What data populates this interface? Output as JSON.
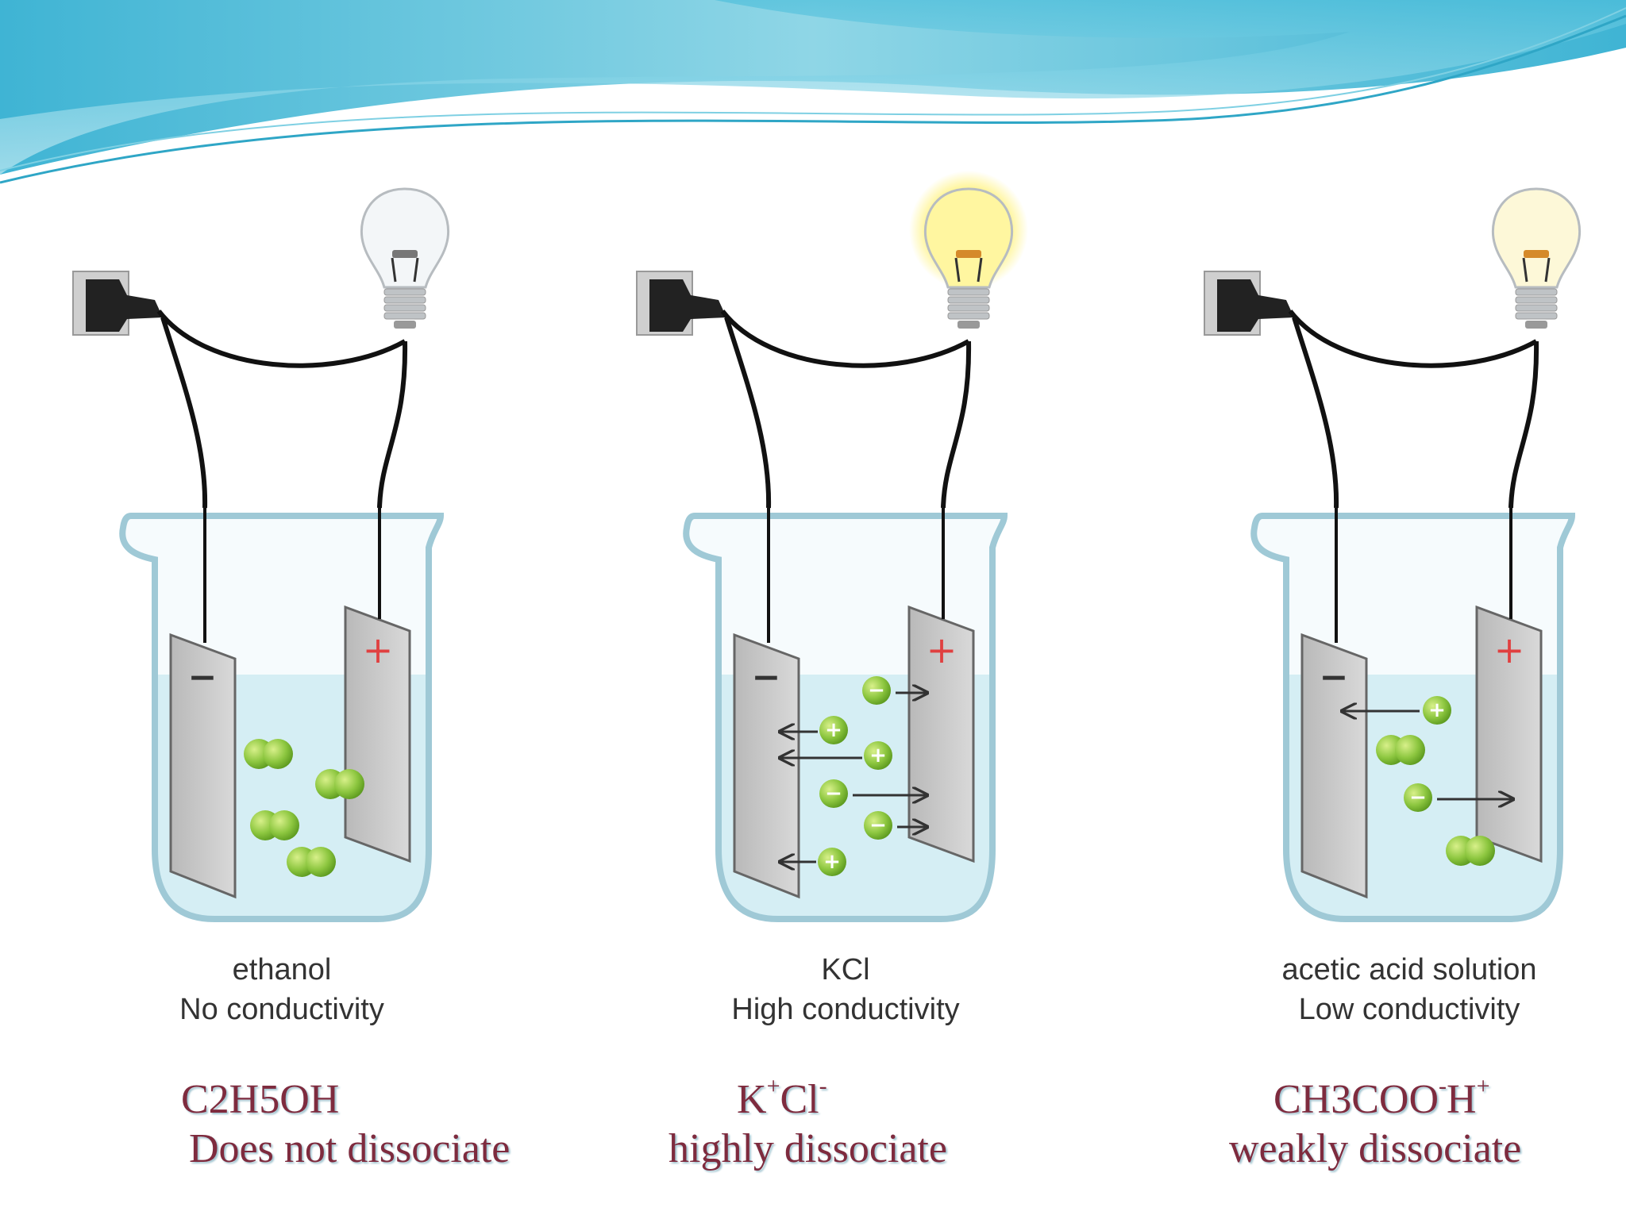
{
  "panels": [
    {
      "id": "ethanol",
      "solution": "ethanol",
      "conductivity": "No conductivity",
      "formula_parts": [
        "C2H5OH"
      ],
      "dissociation": "Does not dissociate",
      "bulb_state": "off",
      "ion_pairs": 4,
      "cations": 0,
      "anions": 0
    },
    {
      "id": "kcl",
      "solution": "KCl",
      "conductivity": "High conductivity",
      "formula_parts": [
        "K",
        "+",
        "Cl",
        "-"
      ],
      "dissociation": "highly dissociate",
      "bulb_state": "bright",
      "ion_pairs": 0,
      "cations": 3,
      "anions": 3
    },
    {
      "id": "acetic",
      "solution": "acetic acid solution",
      "conductivity": "Low conductivity",
      "formula_parts": [
        "CH3COO",
        "-",
        "H",
        "+"
      ],
      "dissociation": "weakly dissociate",
      "bulb_state": "dim",
      "ion_pairs": 2,
      "cations": 1,
      "anions": 1
    }
  ],
  "electrode_labels": {
    "negative": "−",
    "positive": "+"
  },
  "colors": {
    "ion_green": "#8cc63f",
    "water": "#bfe6ee",
    "header_wave": "#5cc4dc",
    "formula_text": "#7e2b3e",
    "plus_sign": "#e04040"
  }
}
